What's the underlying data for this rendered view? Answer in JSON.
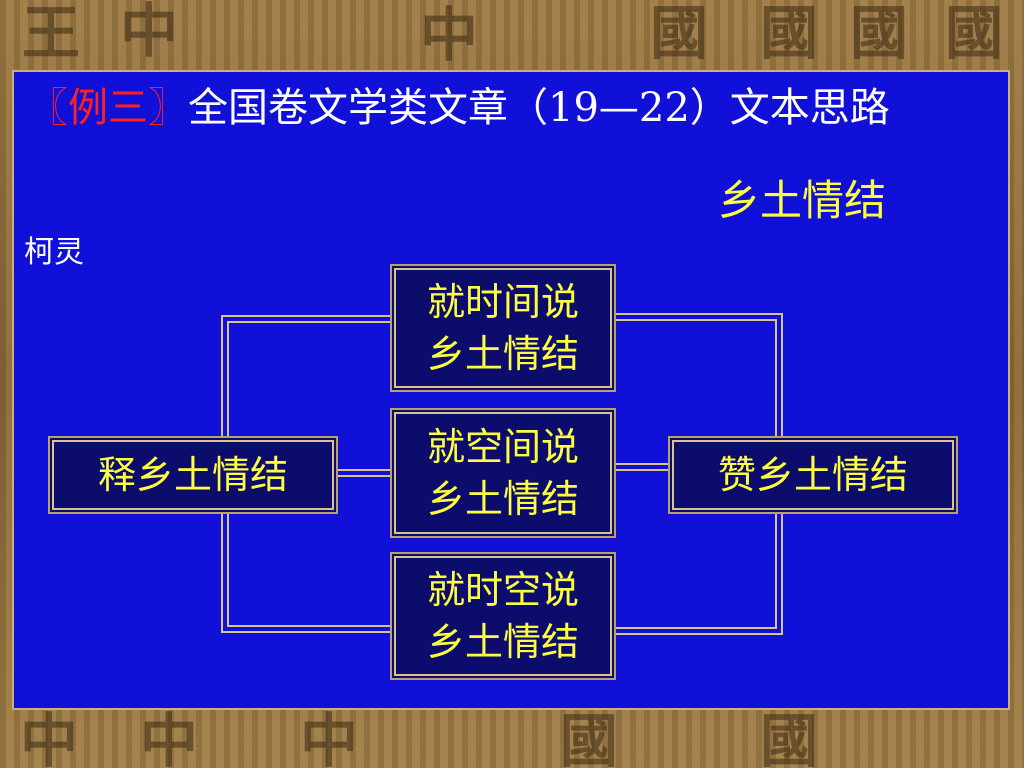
{
  "title": {
    "tag": "〖例三〗",
    "text": "全国卷文学类文章（19—22）文本思路"
  },
  "subtitle": "乡土情结",
  "author": "柯灵",
  "diagram": {
    "left_node": "释乡土情结",
    "right_node": "赞乡土情结",
    "middle_nodes": [
      {
        "line1": "就时间说",
        "line2": "乡土情结"
      },
      {
        "line1": "就空间说",
        "line2": "乡土情结"
      },
      {
        "line1": "就时空说",
        "line2": "乡土情结"
      }
    ]
  },
  "colors": {
    "panel": "#1010d8",
    "node_fill": "#0c0c6c",
    "node_text": "#ffff40",
    "tag_red": "#ff2020",
    "frame": "#a07c45"
  }
}
